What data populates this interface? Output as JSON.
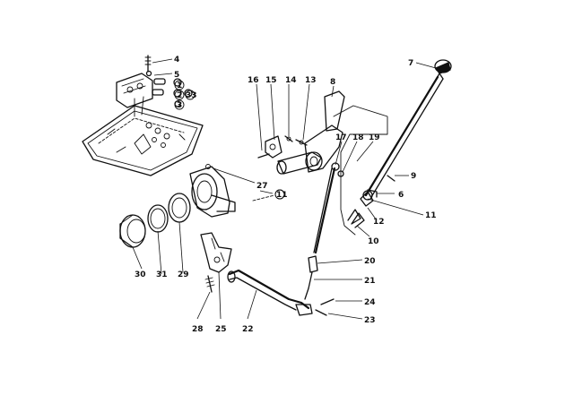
{
  "labels": {
    "n1": "1",
    "n2": "2",
    "n3": "3",
    "n4": "4",
    "n5": "5",
    "n6": "6",
    "n7": "7",
    "n8": "8",
    "n9": "9",
    "n10": "10",
    "n11": "11",
    "n12": "12",
    "n13": "13",
    "n14": "14",
    "n15": "15",
    "n16": "16",
    "n17": "17",
    "n18": "18",
    "n19": "19",
    "n20": "20",
    "n21": "21",
    "n22": "22",
    "n23": "23",
    "n24": "24",
    "n25": "25",
    "n27": "27",
    "n28": "28",
    "n29": "29",
    "n30": "30",
    "n31": "31",
    "n33": "33",
    "n11b": "11"
  }
}
